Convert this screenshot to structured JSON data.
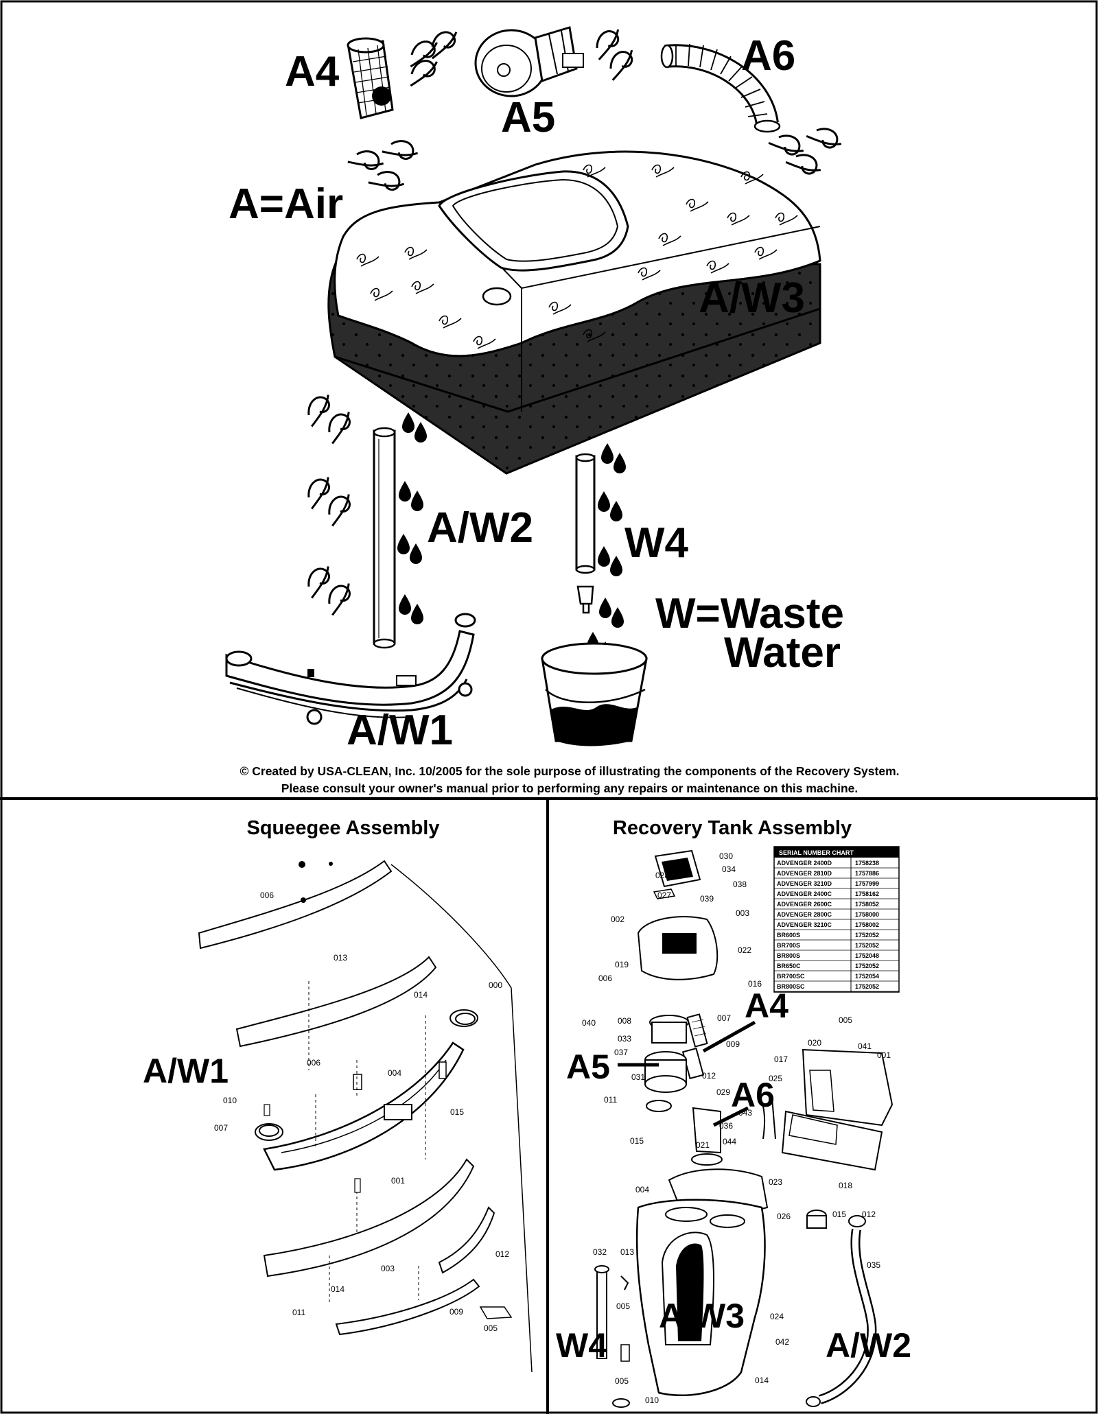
{
  "top": {
    "labels": {
      "a4": "A4",
      "a5": "A5",
      "a6": "A6",
      "air": "A=Air",
      "aw3": "A/W3",
      "aw2": "A/W2",
      "w4": "W4",
      "waste1": "W=Waste",
      "waste2": "Water",
      "aw1": "A/W1"
    },
    "notice_line1": "© Created by USA-CLEAN, Inc. 10/2005 for the sole purpose of illustrating the components of the Recovery System.",
    "notice_line2": "Please consult your owner's manual prior to performing any repairs or maintenance on this machine."
  },
  "squeegee": {
    "title": "Squeegee Assembly",
    "label_aw1": "A/W1",
    "parts": [
      "006",
      "013",
      "014",
      "000",
      "006",
      "004",
      "015",
      "010",
      "007",
      "001",
      "003",
      "012",
      "014",
      "011",
      "009",
      "005"
    ]
  },
  "recovery": {
    "title": "Recovery Tank Assembly",
    "labels": {
      "a4": "A4",
      "a5": "A5",
      "a6": "A6",
      "aw3": "A/W3",
      "w4": "W4",
      "aw2": "A/W2"
    },
    "serial_chart": {
      "header": "SERIAL NUMBER CHART",
      "rows": [
        [
          "ADVENGER 2400D",
          "1758238"
        ],
        [
          "ADVENGER 2810D",
          "1757886"
        ],
        [
          "ADVENGER 3210D",
          "1757999"
        ],
        [
          "ADVENGER 2400C",
          "1758162"
        ],
        [
          "ADVENGER 2600C",
          "1758052"
        ],
        [
          "ADVENGER 2800C",
          "1758000"
        ],
        [
          "ADVENGER 3210C",
          "1758002"
        ],
        [
          "BR600S",
          "1752052"
        ],
        [
          "BR700S",
          "1752052"
        ],
        [
          "BR800S",
          "1752048"
        ],
        [
          "BR650C",
          "1752052"
        ],
        [
          "BR700SC",
          "1752054"
        ],
        [
          "BR800SC",
          "1752052"
        ]
      ]
    },
    "parts": [
      "030",
      "034",
      "028",
      "038",
      "027",
      "039",
      "002",
      "003",
      "022",
      "019",
      "006",
      "016",
      "040",
      "008",
      "007",
      "033",
      "009",
      "037",
      "031",
      "012",
      "011",
      "029",
      "043",
      "036",
      "044",
      "021",
      "015",
      "023",
      "004",
      "026",
      "015",
      "012",
      "032",
      "013",
      "035",
      "005",
      "024",
      "042",
      "005",
      "010",
      "014",
      "012",
      "005",
      "020",
      "041",
      "001",
      "017",
      "025",
      "018"
    ]
  }
}
